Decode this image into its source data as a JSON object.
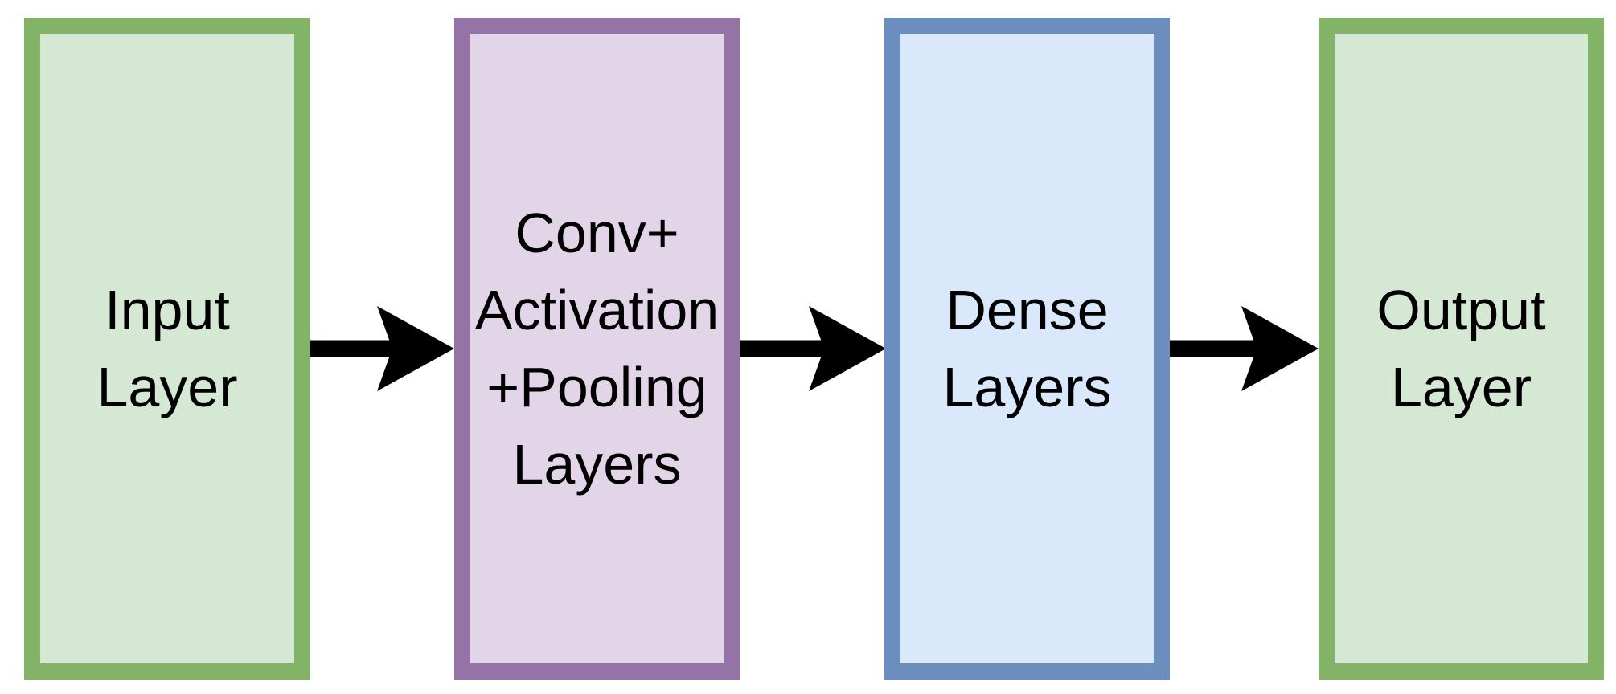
{
  "diagram": {
    "type": "flowchart",
    "direction": "left-to-right",
    "text_color": "#000000",
    "arrow_color": "#000000",
    "background_color": "#ffffff",
    "nodes": [
      {
        "id": "input",
        "label": "Input\nLayer",
        "fill": "#d5e8d4",
        "stroke": "#82b366"
      },
      {
        "id": "conv",
        "label": "Conv+\nActivation\n+Pooling\nLayers",
        "fill": "#e1d5e7",
        "stroke": "#9673a6"
      },
      {
        "id": "dense",
        "label": "Dense\nLayers",
        "fill": "#dae8fc",
        "stroke": "#6c8ebf"
      },
      {
        "id": "output",
        "label": "Output\nLayer",
        "fill": "#d5e8d4",
        "stroke": "#82b366"
      }
    ],
    "edges": [
      {
        "from": "input",
        "to": "conv"
      },
      {
        "from": "conv",
        "to": "dense"
      },
      {
        "from": "dense",
        "to": "output"
      }
    ]
  }
}
